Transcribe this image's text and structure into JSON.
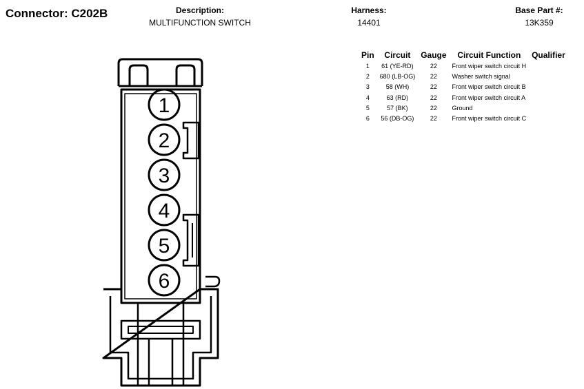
{
  "header": {
    "connector_label": "Connector: C202B",
    "description_label": "Description:",
    "description_value": "MULTIFUNCTION SWITCH",
    "harness_label": "Harness:",
    "harness_value": "14401",
    "base_part_label": "Base Part #:",
    "base_part_value": "13K359"
  },
  "table": {
    "columns": [
      "Pin",
      "Circuit",
      "Gauge",
      "Circuit Function",
      "Qualifier"
    ],
    "rows": [
      {
        "pin": "1",
        "circuit": "61 (YE-RD)",
        "gauge": "22",
        "function": "Front wiper switch circuit H",
        "qualifier": ""
      },
      {
        "pin": "2",
        "circuit": "680 (LB-OG)",
        "gauge": "22",
        "function": "Washer switch signal",
        "qualifier": ""
      },
      {
        "pin": "3",
        "circuit": "58 (WH)",
        "gauge": "22",
        "function": "Front wiper switch circuit B",
        "qualifier": ""
      },
      {
        "pin": "4",
        "circuit": "63 (RD)",
        "gauge": "22",
        "function": "Front wiper switch circuit A",
        "qualifier": ""
      },
      {
        "pin": "5",
        "circuit": "57 (BK)",
        "gauge": "22",
        "function": "Ground",
        "qualifier": ""
      },
      {
        "pin": "6",
        "circuit": "56 (DB-OG)",
        "gauge": "22",
        "function": "Front wiper switch circuit C",
        "qualifier": ""
      }
    ]
  },
  "connector": {
    "pins": [
      "1",
      "2",
      "3",
      "4",
      "5",
      "6"
    ]
  },
  "colors": {
    "ink": "#000000",
    "background": "#ffffff"
  }
}
